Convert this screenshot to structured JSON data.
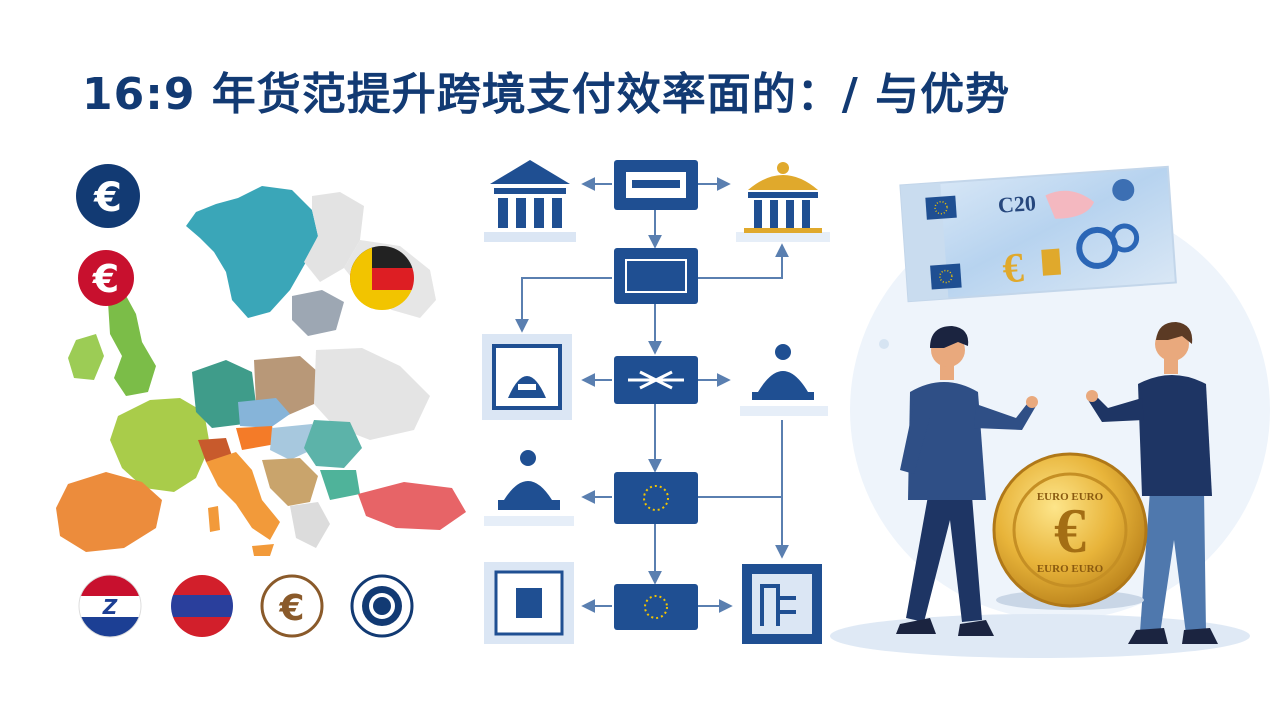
{
  "title": "16:9 年货范提升跨境支付效率面的：/ 与优势",
  "currency_symbol": "€",
  "flag_letter": "Z",
  "banknote": {
    "denomination": "C20"
  },
  "coin": {
    "rim_text_top": "EURO EURO",
    "rim_text_bottom": "EURO EURO"
  },
  "colors": {
    "navy": "#123a73",
    "flow_blue": "#1f4f92",
    "gold": "#e0a92c",
    "red": "#c8102e"
  },
  "icons": [
    "euro-coin-icon-blue",
    "euro-coin-icon-red",
    "germany-flag-icon",
    "red-white-blue-flag-icon",
    "red-blue-flag-icon",
    "euro-coin-icon-bronze",
    "target-coin-icon",
    "bank-building-icon",
    "central-bank-icon",
    "government-dome-icon",
    "payment-terminal-icon",
    "ledger-icon"
  ]
}
